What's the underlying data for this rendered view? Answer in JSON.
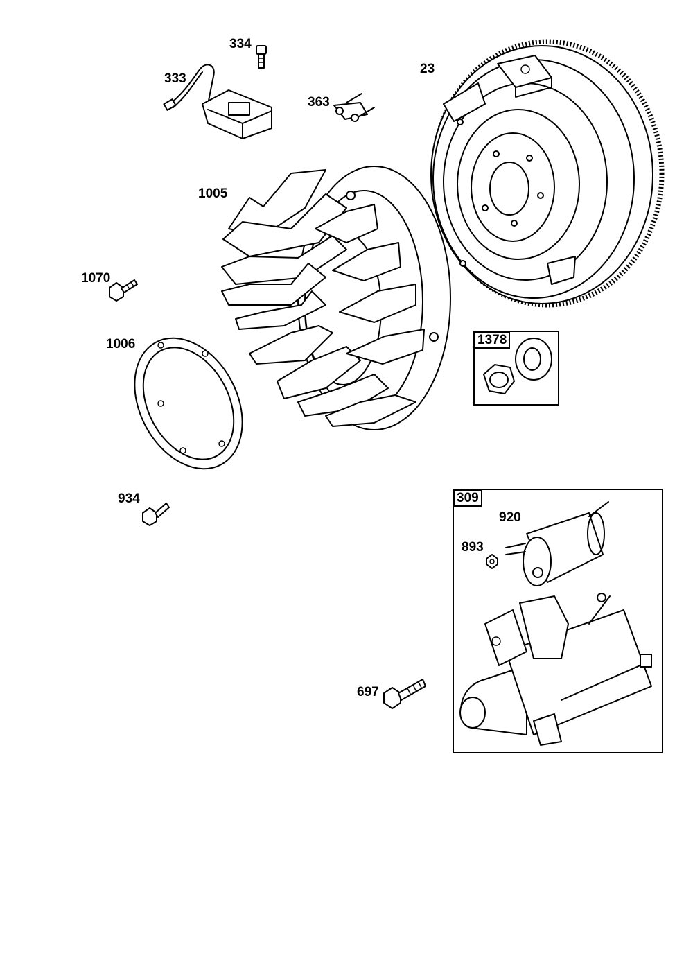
{
  "parts": [
    {
      "id": "334",
      "label": "334"
    },
    {
      "id": "333",
      "label": "333"
    },
    {
      "id": "363",
      "label": "363"
    },
    {
      "id": "23",
      "label": "23"
    },
    {
      "id": "1005",
      "label": "1005"
    },
    {
      "id": "1070",
      "label": "1070"
    },
    {
      "id": "1006",
      "label": "1006"
    },
    {
      "id": "1378",
      "label": "1378"
    },
    {
      "id": "934",
      "label": "934"
    },
    {
      "id": "309",
      "label": "309"
    },
    {
      "id": "920",
      "label": "920"
    },
    {
      "id": "893",
      "label": "893"
    },
    {
      "id": "697",
      "label": "697"
    }
  ]
}
